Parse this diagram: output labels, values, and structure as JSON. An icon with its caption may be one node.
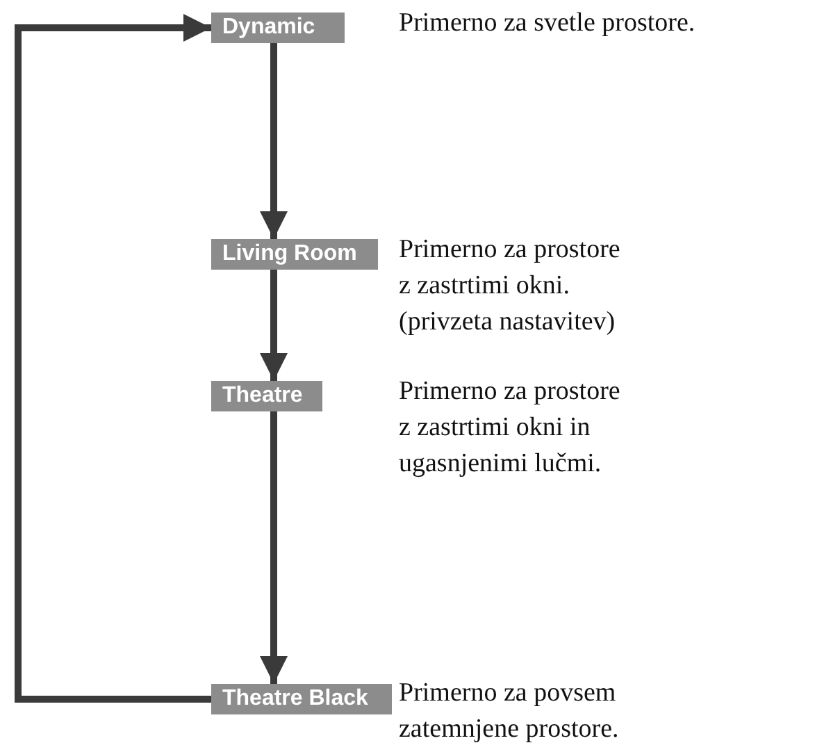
{
  "diagram": {
    "nodes": [
      {
        "text": [
          "Dynamic"
        ],
        "beside": [
          "Primerno za svetle prostore."
        ]
      },
      {
        "text": [
          "Living Room"
        ],
        "beside": [
          "Primerno za prostore z zastrtimi okni. (privzeta nastavitev)"
        ]
      },
      {
        "text": [
          "Theatre"
        ],
        "beside": [
          "Primerno za prostore z zastrtimi okni in ugasnjenimi lučmi."
        ]
      },
      {
        "text": [
          "Theatre Black"
        ],
        "beside": [
          "Primerno za povsem zatemnjene prostore."
        ]
      }
    ],
    "edges": [
      {
        "from": 0,
        "to": 1,
        "arrow": "to"
      },
      {
        "from": 1,
        "to": 2,
        "arrow": "to"
      },
      {
        "from": 2,
        "to": 3,
        "arrow": "to"
      },
      {
        "from": 3,
        "to": 0,
        "arrow": "to"
      }
    ]
  }
}
